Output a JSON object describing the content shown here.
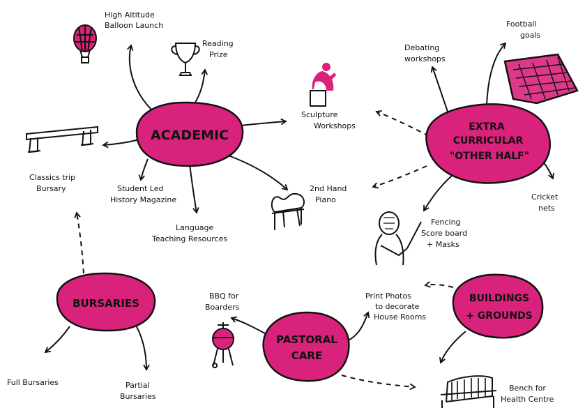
{
  "nodes": {
    "academic": "ACADEMIC",
    "extra_line1": "EXTRA",
    "extra_line2": "CURRICULAR",
    "extra_line3": "\"OTHER HALF\"",
    "bursaries": "BURSARIES",
    "pastoral_line1": "PASTORAL",
    "pastoral_line2": "CARE",
    "buildings_line1": "BUILDINGS",
    "buildings_line2": "+ GROUNDS"
  },
  "labels": {
    "balloon_line1": "High Altitude",
    "balloon_line2": "Balloon Launch",
    "reading_line1": "Reading",
    "reading_line2": "Prize",
    "classics_line1": "Classics trip",
    "classics_line2": "Bursary",
    "history_line1": "Student Led",
    "history_line2": "History Magazine",
    "language_line1": "Language",
    "language_line2": "Teaching Resources",
    "sculpture_line1": "Sculpture",
    "sculpture_line2": "Workshops",
    "piano_line1": "2nd Hand",
    "piano_line2": "Piano",
    "debating_line1": "Debating",
    "debating_line2": "workshops",
    "football_line1": "Football",
    "football_line2": "goals",
    "cricket_line1": "Cricket",
    "cricket_line2": "nets",
    "fencing_line1": "Fencing",
    "fencing_line2": "Score board",
    "fencing_line3": "+ Masks",
    "bbq_line1": "BBQ for",
    "bbq_line2": "Boarders",
    "photos_line1": "Print Photos",
    "photos_line2": "to decorate",
    "photos_line3": "House Rooms",
    "full_bursaries": "Full Bursaries",
    "partial_line1": "Partial",
    "partial_line2": "Bursaries",
    "bench_line1": "Bench for",
    "bench_line2": "Health Centre"
  },
  "colors": {
    "accent": "#d9227c",
    "ink": "#111111"
  }
}
